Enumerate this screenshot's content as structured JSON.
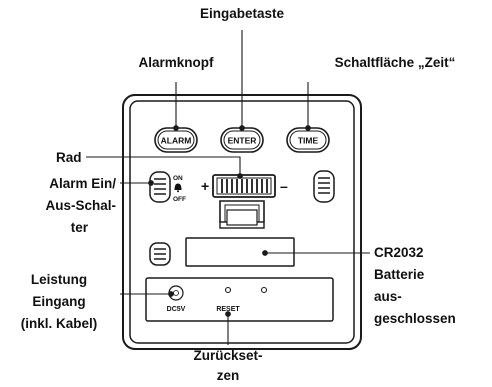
{
  "labels": {
    "enter_key": "Eingabetaste",
    "alarm_button": "Alarmknopf",
    "time_button": "Schaltfläche „Zeit“",
    "wheel": "Rad",
    "alarm_switch": [
      "Alarm Ein/",
      "Aus-Schal-",
      "ter"
    ],
    "power_input": [
      "Leistung",
      "Eingang",
      "(inkl. Kabel)"
    ],
    "battery": [
      "CR2032",
      "Batterie",
      "aus-",
      "geschlossen"
    ],
    "reset": [
      "Zurückset-",
      "zen"
    ]
  },
  "device": {
    "alarm_button_text": "ALARM",
    "enter_button_text": "ENTER",
    "time_button_text": "TIME",
    "switch_on": "ON",
    "switch_off": "OFF",
    "plus_sign": "+",
    "minus_sign": "–",
    "dc_label": "DC5V",
    "reset_label": "RESET"
  },
  "colors": {
    "line": "#1a1a1a",
    "panel": "#ffffff",
    "text": "#111111"
  }
}
